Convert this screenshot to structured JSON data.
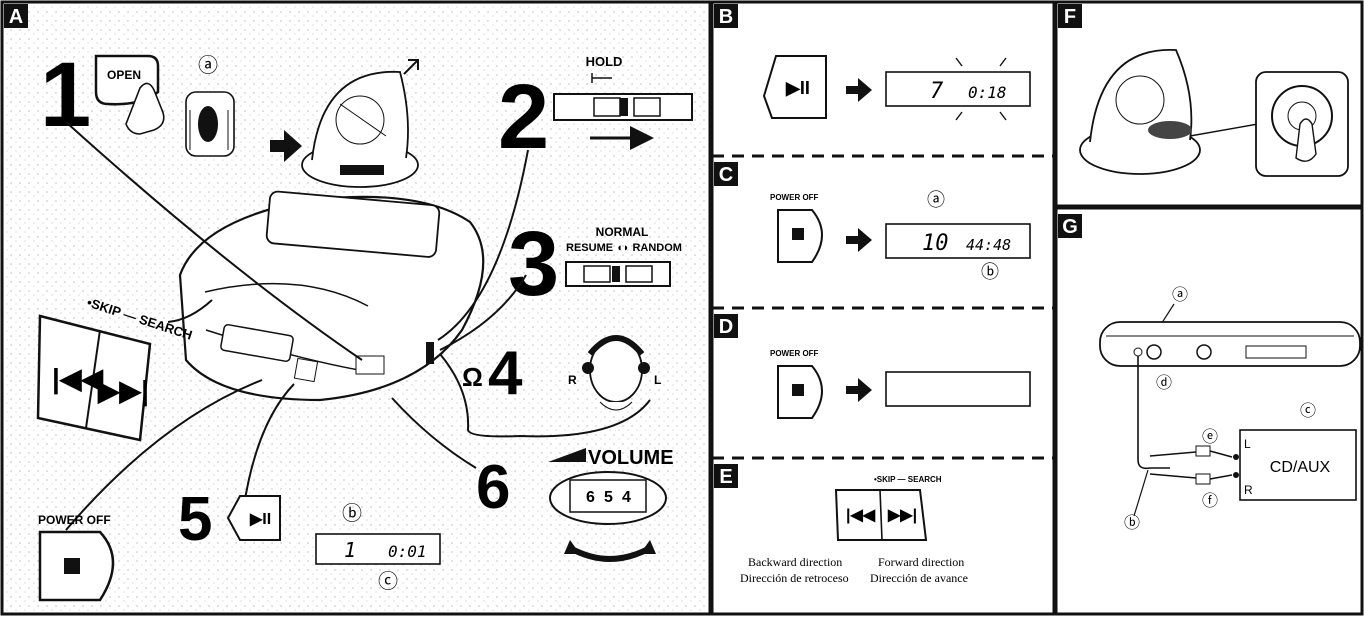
{
  "panels": {
    "A": {
      "letter": "A",
      "steps": [
        "1",
        "2",
        "3",
        "4",
        "5",
        "6"
      ],
      "open_button": "OPEN",
      "callout_a": "ⓐ",
      "hold": "HOLD",
      "normal": "NORMAL",
      "resume_random": "RESUME ◖◗ RANDOM",
      "headphone_symbol": "Ω",
      "ear_r": "R",
      "ear_l": "L",
      "skip_search": "•SKIP — SEARCH",
      "volume": "VOLUME",
      "volume_dial": [
        "6",
        "5",
        "4"
      ],
      "power_off": "POWER OFF",
      "display_track": "1",
      "display_time": "0:01",
      "callout_b": "ⓑ",
      "callout_c": "ⓒ"
    },
    "B": {
      "letter": "B",
      "display_track": "7",
      "display_time": "0:18"
    },
    "C": {
      "letter": "C",
      "power_off": "POWER OFF",
      "display_track": "10",
      "display_time": "44:48",
      "callout_a": "ⓐ",
      "callout_b": "ⓑ"
    },
    "D": {
      "letter": "D",
      "power_off": "POWER OFF"
    },
    "E": {
      "letter": "E",
      "skip_search": "•SKIP — SEARCH",
      "backward_en": "Backward direction",
      "backward_es": "Dirección de retroceso",
      "forward_en": "Forward direction",
      "forward_es": "Dirección de avance"
    },
    "F": {
      "letter": "F"
    },
    "G": {
      "letter": "G",
      "callout_a": "ⓐ",
      "callout_b": "ⓑ",
      "callout_c": "ⓒ",
      "callout_d": "ⓓ",
      "callout_e": "ⓔ",
      "callout_f": "ⓕ",
      "ch_l": "L",
      "ch_r": "R",
      "device": "CD/AUX"
    }
  }
}
